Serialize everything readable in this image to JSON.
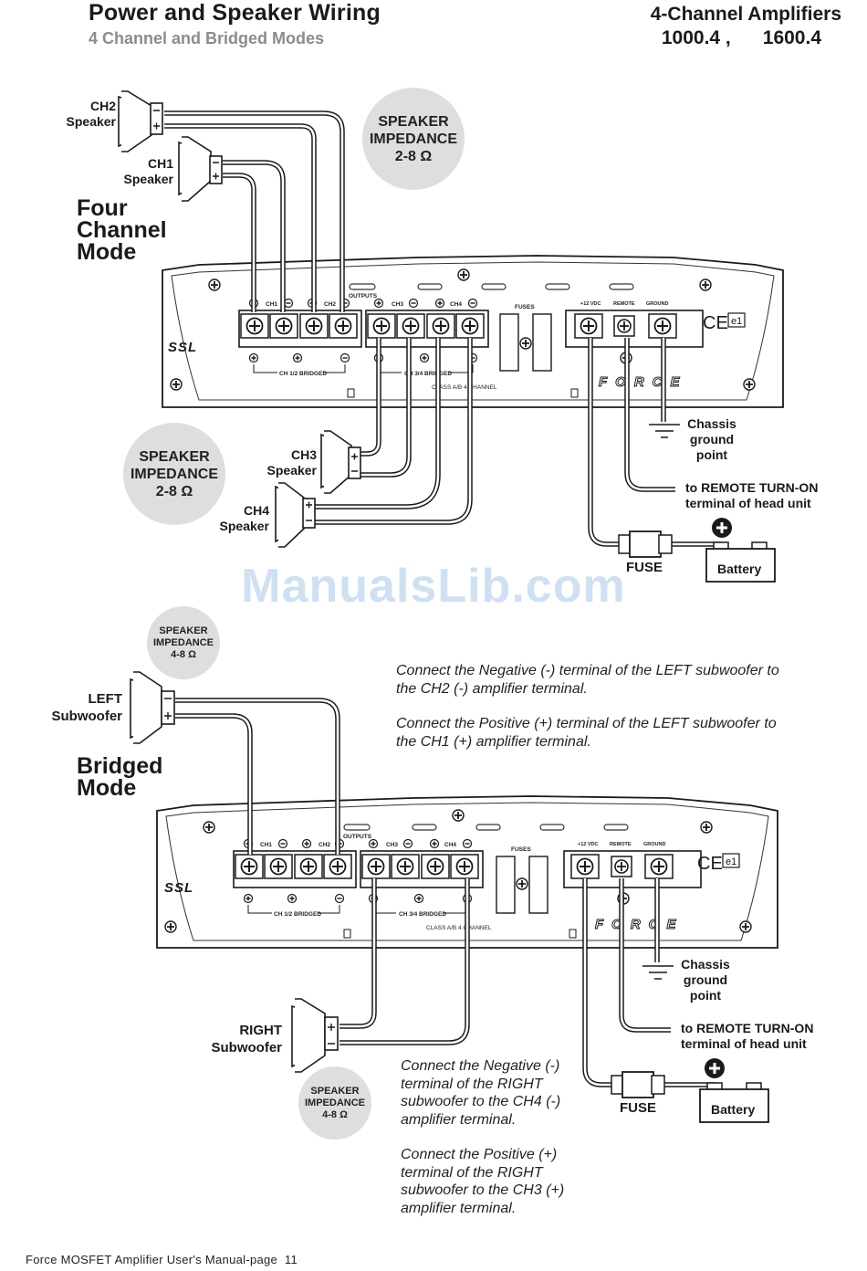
{
  "header": {
    "title": "Power and Speaker Wiring",
    "subtitle": "4 Channel and Bridged Modes",
    "right_title": "4-Channel Amplifiers",
    "models": "1000.4 ,      1600.4"
  },
  "four_channel": {
    "mode_title": [
      "Four",
      "Channel",
      "Mode"
    ],
    "ch2_speaker": [
      "CH2",
      "Speaker"
    ],
    "ch1_speaker": [
      "CH1",
      "Speaker"
    ],
    "ch3_speaker": [
      "CH3",
      "Speaker"
    ],
    "ch4_speaker": [
      "CH4",
      "Speaker"
    ],
    "impedance_top": [
      "SPEAKER",
      "IMPEDANCE",
      "2-8 Ω"
    ],
    "impedance_bottom": [
      "SPEAKER",
      "IMPEDANCE",
      "2-8 Ω"
    ],
    "chassis": [
      "Chassis",
      "ground",
      "point"
    ],
    "remote": [
      "to REMOTE TURN-ON",
      "terminal of head unit"
    ],
    "fuse": "FUSE",
    "battery": "Battery"
  },
  "bridged": {
    "mode_title": [
      "Bridged",
      "Mode"
    ],
    "impedance_top": [
      "SPEAKER",
      "IMPEDANCE",
      "4-8 Ω"
    ],
    "impedance_bottom": [
      "SPEAKER",
      "IMPEDANCE",
      "4-8 Ω"
    ],
    "left_sub": [
      "LEFT",
      "Subwoofer"
    ],
    "right_sub": [
      "RIGHT",
      "Subwoofer"
    ],
    "note_left": [
      "Connect the Negative (-) terminal of the LEFT  subwoofer to",
      "the CH2 (-) amplifier terminal.",
      "Connect the Positive (+)  terminal of the LEFT  subwoofer to",
      "the CH1 (+) amplifier terminal."
    ],
    "note_right": [
      "Connect the Negative (-)",
      "terminal of the RIGHT",
      "subwoofer to the CH4 (-)",
      "amplifier terminal.",
      "Connect the Positive (+)",
      "terminal of the RIGHT",
      "subwoofer to the CH3 (+)",
      "amplifier terminal."
    ],
    "chassis": [
      "Chassis",
      "ground",
      "point"
    ],
    "remote": [
      "to REMOTE TURN-ON",
      "terminal of head unit"
    ],
    "fuse": "FUSE",
    "battery": "Battery"
  },
  "amp": {
    "brand": "SSL",
    "force_logo": "FORCE",
    "outputs": "OUTPUTS",
    "fuses": "FUSES",
    "ch_labels": [
      "CH1",
      "CH2",
      "CH3",
      "CH4"
    ],
    "bridged_12": "CH 1/2 BRIDGED",
    "bridged_34": "CH 3/4 BRIDGED",
    "class": "CLASS A/B 4 CHANNEL",
    "power_labels": [
      "+12 VDC",
      "REMOTE",
      "GROUND"
    ],
    "ce": "CE",
    "e1": "e1"
  },
  "watermark": "ManualsLib.com",
  "footer": "Force MOSFET Amplifier User's Manual-page  11"
}
